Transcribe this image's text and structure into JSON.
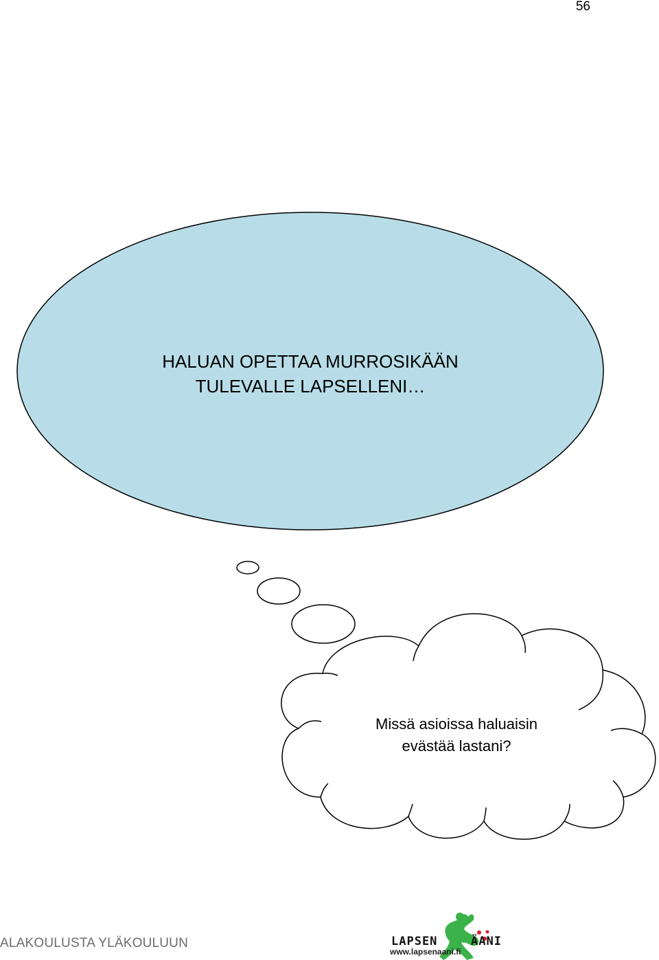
{
  "page": {
    "number": "56"
  },
  "ellipse": {
    "line1": "HALUAN OPETTAA MURROSIKÄÄN",
    "line2": "TULEVALLE LAPSELLENI…",
    "fill": "#b8dde8",
    "stroke": "#000000"
  },
  "cloud": {
    "line1": "Missä asioissa haluaisin",
    "line2": "evästää lastani?",
    "fill": "#ffffff",
    "stroke": "#000000"
  },
  "footer": {
    "text": "ALAKOULUSTA YLÄKOULUUN"
  },
  "logo": {
    "word1": "LAPSEN",
    "word2": "ÄANI",
    "url": "www.lapsenaani.fi",
    "green": "#3bb34a",
    "red": "#d8202a"
  }
}
